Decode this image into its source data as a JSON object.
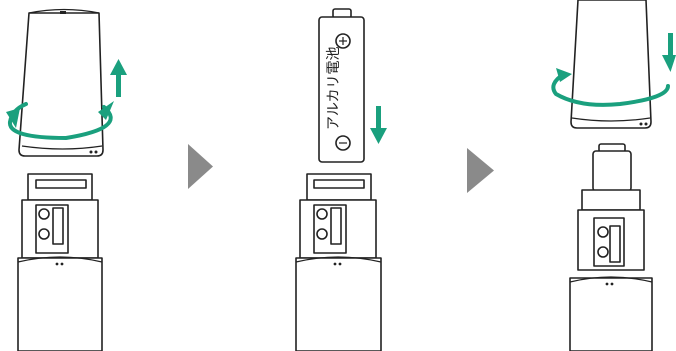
{
  "battery": {
    "label": "アルカリ電池",
    "plus_symbol": "+",
    "minus_symbol": "−"
  },
  "steps": [
    {
      "action": "remove-cap",
      "rotation": "twist",
      "direction": "up"
    },
    {
      "action": "insert-battery",
      "direction": "down"
    },
    {
      "action": "replace-cap",
      "rotation": "twist",
      "direction": "down"
    }
  ],
  "colors": {
    "accent": "#1aa07e",
    "arrow": "#8a8a8a",
    "outline": "#222222"
  }
}
